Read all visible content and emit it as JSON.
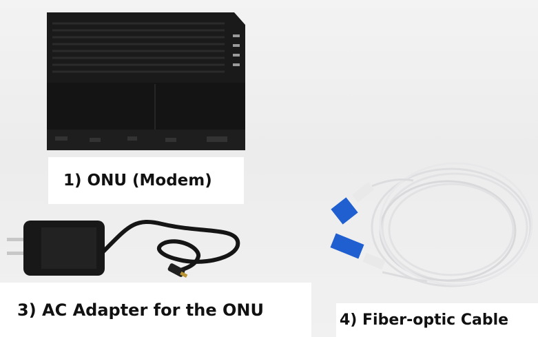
{
  "captions": {
    "onu": "1) ONU (Modem)",
    "ac_adapter": "3) AC Adapter for the ONU",
    "fiber_cable": "4) Fiber-optic Cable"
  },
  "colors": {
    "device_body": "#1a1a1a",
    "cable_white": "#e4e4e6",
    "connector_blue": "#1f5fd0",
    "caption_bg": "#ffffff"
  }
}
